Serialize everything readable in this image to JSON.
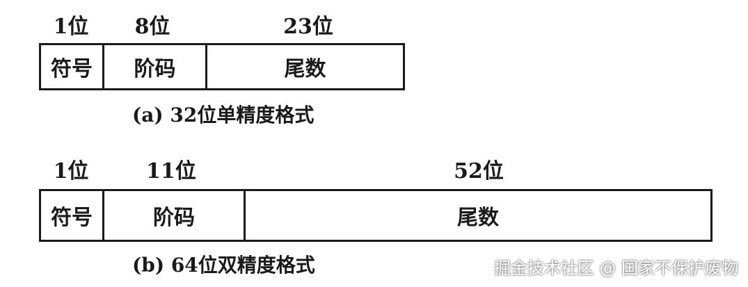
{
  "single": {
    "bits": {
      "sign": "1位",
      "exponent": "8位",
      "mantissa": "23位"
    },
    "fields": {
      "sign": "符号",
      "exponent": "阶码",
      "mantissa": "尾数"
    },
    "caption": "(a) 32位单精度格式"
  },
  "double": {
    "bits": {
      "sign": "1位",
      "exponent": "11位",
      "mantissa": "52位"
    },
    "fields": {
      "sign": "符号",
      "exponent": "阶码",
      "mantissa": "尾数"
    },
    "caption": "(b) 64位双精度格式"
  },
  "watermark": "掘金技术社区 @ 国家不保护废物"
}
